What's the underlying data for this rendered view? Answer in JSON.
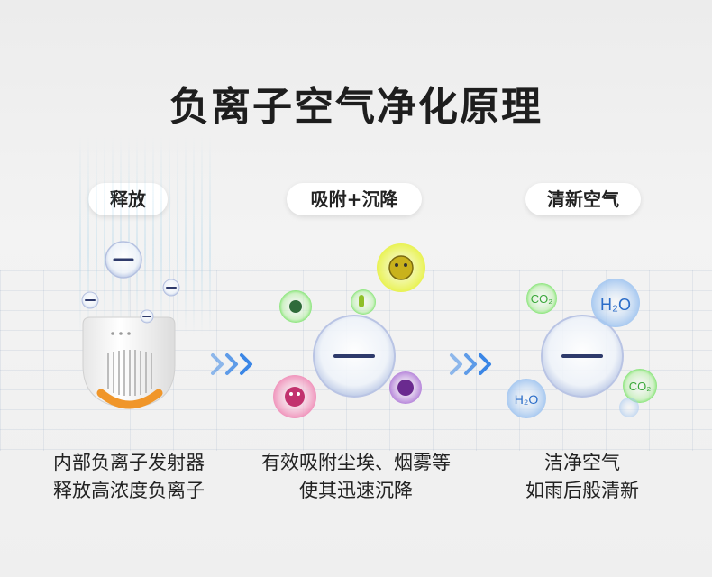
{
  "title": "负离子空气净化原理",
  "steps": [
    {
      "label": "释放",
      "desc": [
        "内部负离子发射器",
        "释放高浓度负离子"
      ]
    },
    {
      "label": "吸附+沉降",
      "desc": [
        "有效吸附尘埃、烟雾等",
        "使其迅速沉降"
      ]
    },
    {
      "label": "清新空气",
      "desc": [
        "洁净空气",
        "如雨后般清新"
      ]
    }
  ],
  "molecules": {
    "co2_top": "CO₂",
    "h2o_top": "H₂O",
    "h2o_bottom": "H₂O",
    "co2_bottom": "CO₂"
  },
  "icons": {
    "arrows": "chevron-triple-right-icon",
    "ion": "negative-ion-icon",
    "germ": "bacteria-icon"
  },
  "colors": {
    "accent_blue": "#3a86e6",
    "ion_line": "#2e3a6b",
    "device_ring": "#f0962a",
    "bubble_green": "#7be36a",
    "bubble_yellow": "#e8f24a",
    "bubble_purple": "#b07ad8",
    "bubble_pink": "#f08ab6"
  }
}
